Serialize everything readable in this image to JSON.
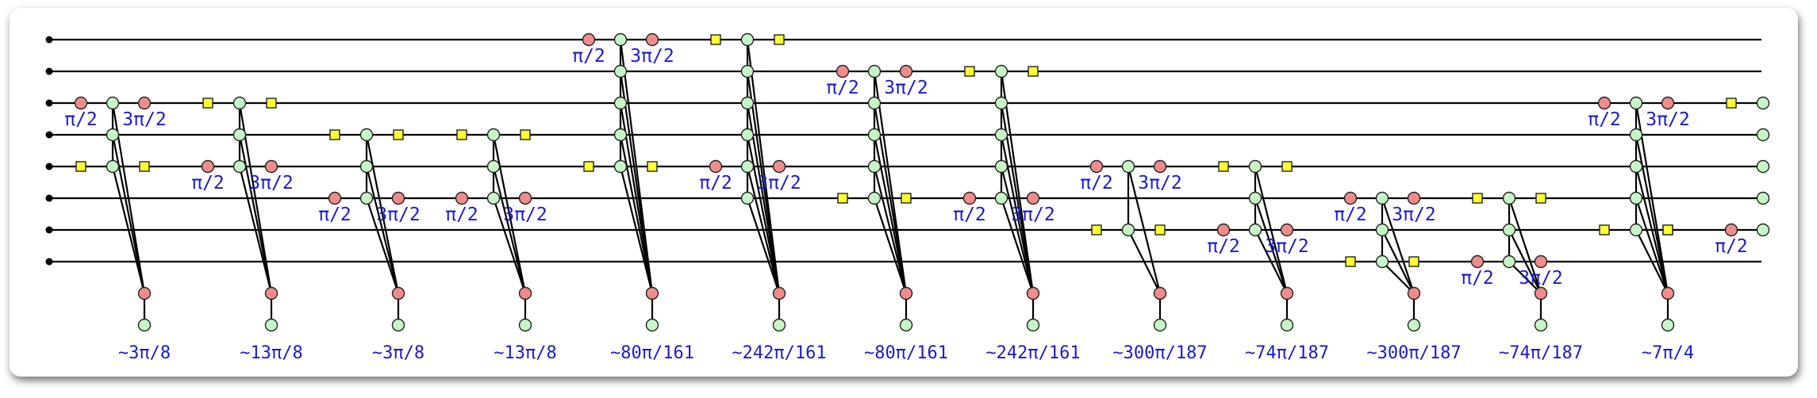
{
  "colors": {
    "wire": "#000000",
    "x_spider": "#f08c8c",
    "z_spider": "#c8f5c8",
    "hadamard": "#ffff33",
    "label": "#1a1acc"
  },
  "diagram": {
    "wire_count": 8,
    "boundary_labels": [
      "~3π/8",
      "~13π/8",
      "~3π/8",
      "~13π/8",
      "~80π/161",
      "~242π/161",
      "~80π/161",
      "~242π/161",
      "~300π/187",
      "~74π/187",
      "~300π/187",
      "~74π/187",
      "~7π/4"
    ],
    "phase_labels": {
      "half": "π/2",
      "three_half": "3π/2"
    }
  }
}
